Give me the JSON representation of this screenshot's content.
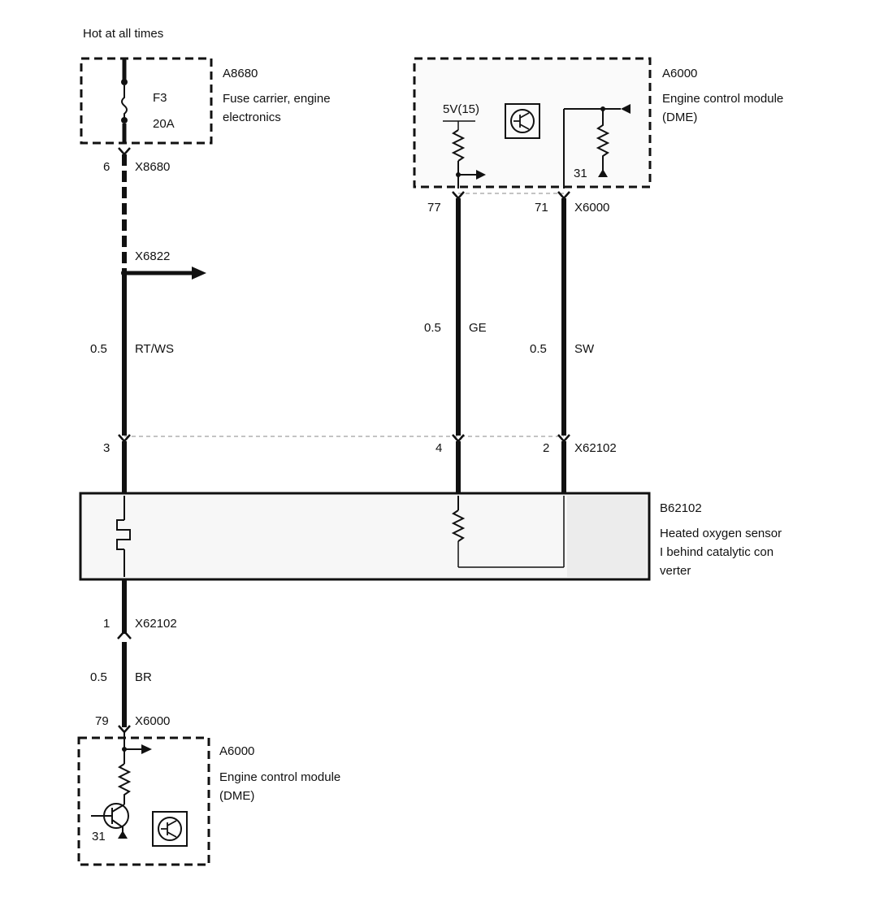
{
  "header": {
    "supply_label": "Hot at all times"
  },
  "fuse_carrier": {
    "id": "A8680",
    "desc_line1": "Fuse carrier, engine",
    "desc_line2": "electronics",
    "fuse_name": "F3",
    "fuse_rating": "20A"
  },
  "ecm_top": {
    "id": "A6000",
    "desc_line1": "Engine control module",
    "desc_line2": "(DME)",
    "reference_voltage": "5V(15)",
    "ground": "31"
  },
  "connector_x8680": {
    "name": "X8680",
    "pin": "6"
  },
  "connector_x6822": {
    "name": "X6822"
  },
  "connector_x6000_top": {
    "name": "X6000",
    "pin_left": "77",
    "pin_right": "71"
  },
  "wires": {
    "rtws": {
      "size": "0.5",
      "color": "RT/WS"
    },
    "ge": {
      "size": "0.5",
      "color": "GE"
    },
    "sw": {
      "size": "0.5",
      "color": "SW"
    },
    "br": {
      "size": "0.5",
      "color": "BR"
    }
  },
  "connector_x62102": {
    "name": "X62102",
    "pin_a": "3",
    "pin_b": "4",
    "pin_c": "2",
    "pin_bottom": "1"
  },
  "sensor": {
    "id": "B62102",
    "desc_line1": "Heated oxygen sensor",
    "desc_line2": "I behind catalytic con",
    "desc_line3": "verter"
  },
  "connector_x6000_bottom": {
    "name": "X6000",
    "pin": "79"
  },
  "ecm_bottom": {
    "id": "A6000",
    "desc_line1": "Engine control module",
    "desc_line2": "(DME)",
    "ground": "31"
  },
  "colors": {
    "line": "#111111",
    "box_fill": "#f7f7f7"
  }
}
